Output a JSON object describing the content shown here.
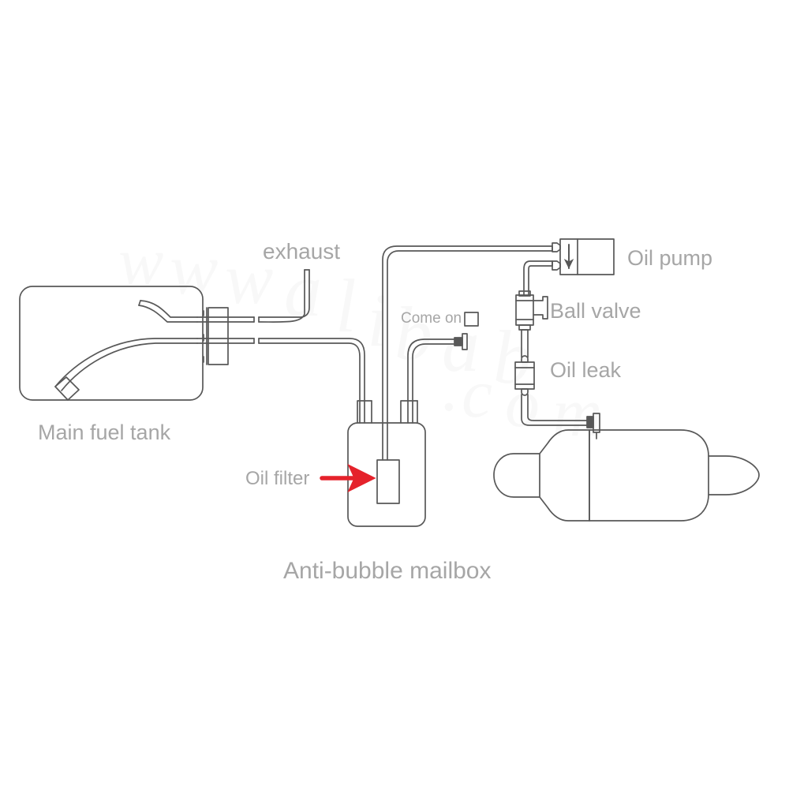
{
  "diagram": {
    "title": "Anti-bubble mailbox fuel system schematic",
    "background_color": "#ffffff",
    "line_color": "#585858",
    "label_color": "#a6a6a6",
    "accent_color": "#e5222b",
    "labels": {
      "exhaust": "exhaust",
      "main_fuel_tank": "Main fuel tank",
      "oil_pump": "Oil pump",
      "ball_valve": "Ball valve",
      "oil_leak": "Oil leak",
      "come_on": "Come on",
      "oil_filter": "Oil filter",
      "anti_bubble_mailbox": "Anti-bubble mailbox"
    },
    "components": [
      {
        "id": "main-fuel-tank",
        "name": "Main fuel tank",
        "label": "Main fuel tank"
      },
      {
        "id": "tank-bulkhead",
        "name": "Tank bulkhead fitting",
        "label": ""
      },
      {
        "id": "exhaust-pipe",
        "name": "Exhaust vent pipe",
        "label": "exhaust"
      },
      {
        "id": "anti-bubble-mailbox",
        "name": "Anti-bubble mailbox",
        "label": "Anti-bubble mailbox"
      },
      {
        "id": "oil-filter",
        "name": "Oil filter",
        "label": "Oil filter"
      },
      {
        "id": "oil-pump",
        "name": "Oil pump",
        "label": "Oil pump"
      },
      {
        "id": "ball-valve",
        "name": "Ball valve",
        "label": "Ball valve"
      },
      {
        "id": "oil-leak",
        "name": "Oil leak filter",
        "label": "Oil leak"
      },
      {
        "id": "come-on-port",
        "name": "Come on fill port",
        "label": "Come on"
      },
      {
        "id": "engine",
        "name": "Engine body",
        "label": ""
      }
    ]
  }
}
